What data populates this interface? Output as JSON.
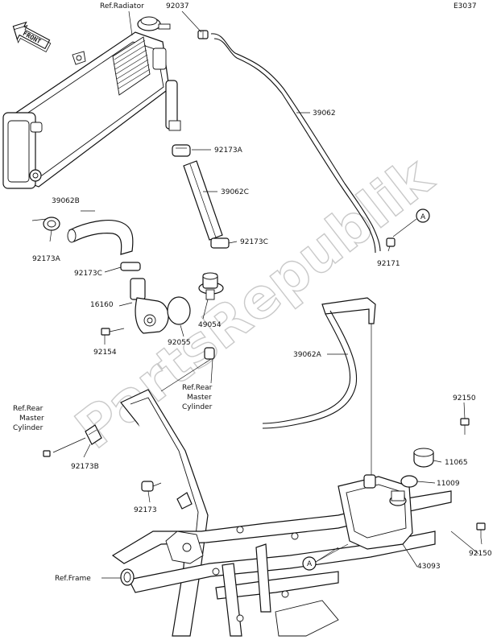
{
  "diagram_code": "E3037",
  "watermark": "PartsRepublik",
  "front_tag": "FRONT",
  "labels": {
    "ref_radiator": "Ref.Radiator",
    "p92037": "92037",
    "p39062": "39062",
    "p92173A_top": "92173A",
    "p39062C": "39062C",
    "p39062B": "39062B",
    "p92173A_left": "92173A",
    "p92173C_right": "92173C",
    "p92173C_left": "92173C",
    "p92171": "92171",
    "callout_a_top": "A",
    "p16160": "16160",
    "p49054": "49054",
    "p92055": "92055",
    "p92154": "92154",
    "p39062A": "39062A",
    "ref_rear_master_right_1": "Ref.Rear",
    "ref_rear_master_right_2": "Master",
    "ref_rear_master_right_3": "Cylinder",
    "ref_rear_master_left_1": "Ref.Rear",
    "ref_rear_master_left_2": "Master",
    "ref_rear_master_left_3": "Cylinder",
    "p92173B": "92173B",
    "p92150_top": "92150",
    "p11065": "11065",
    "p11009": "11009",
    "p92173": "92173",
    "p92150_bottom": "92150",
    "callout_a_bottom": "A",
    "p43093": "43093",
    "ref_frame": "Ref.Frame"
  }
}
